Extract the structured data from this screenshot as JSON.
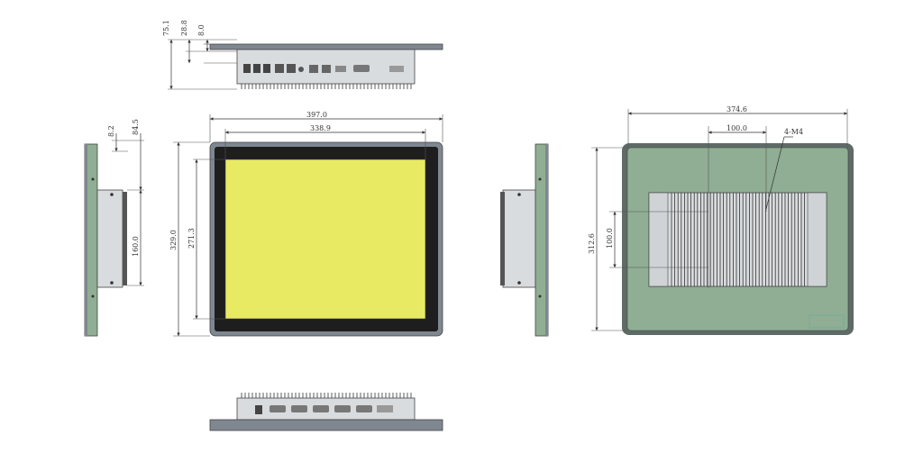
{
  "colors": {
    "screen": "#e8ea64",
    "bezel": "#1e1e1e",
    "frame": "#7f8791",
    "back_plate": "#8fae93",
    "back_plate_edge": "#5e6b66",
    "heatsink": "#d9dcde",
    "line": "#333333"
  },
  "dimensions": {
    "top_depth": "75.1",
    "top_mid": "28.8",
    "top_front": "8.0",
    "side_front": "8.2",
    "side_depth": "84.5",
    "side_height": "160.0",
    "front_width": "397.0",
    "active_width": "338.9",
    "front_height": "329.0",
    "active_height": "271.3",
    "back_width": "374.6",
    "back_hole_h": "100.0",
    "back_hole_v": "100.0",
    "back_height": "312.6",
    "mount_note": "4-M4"
  }
}
